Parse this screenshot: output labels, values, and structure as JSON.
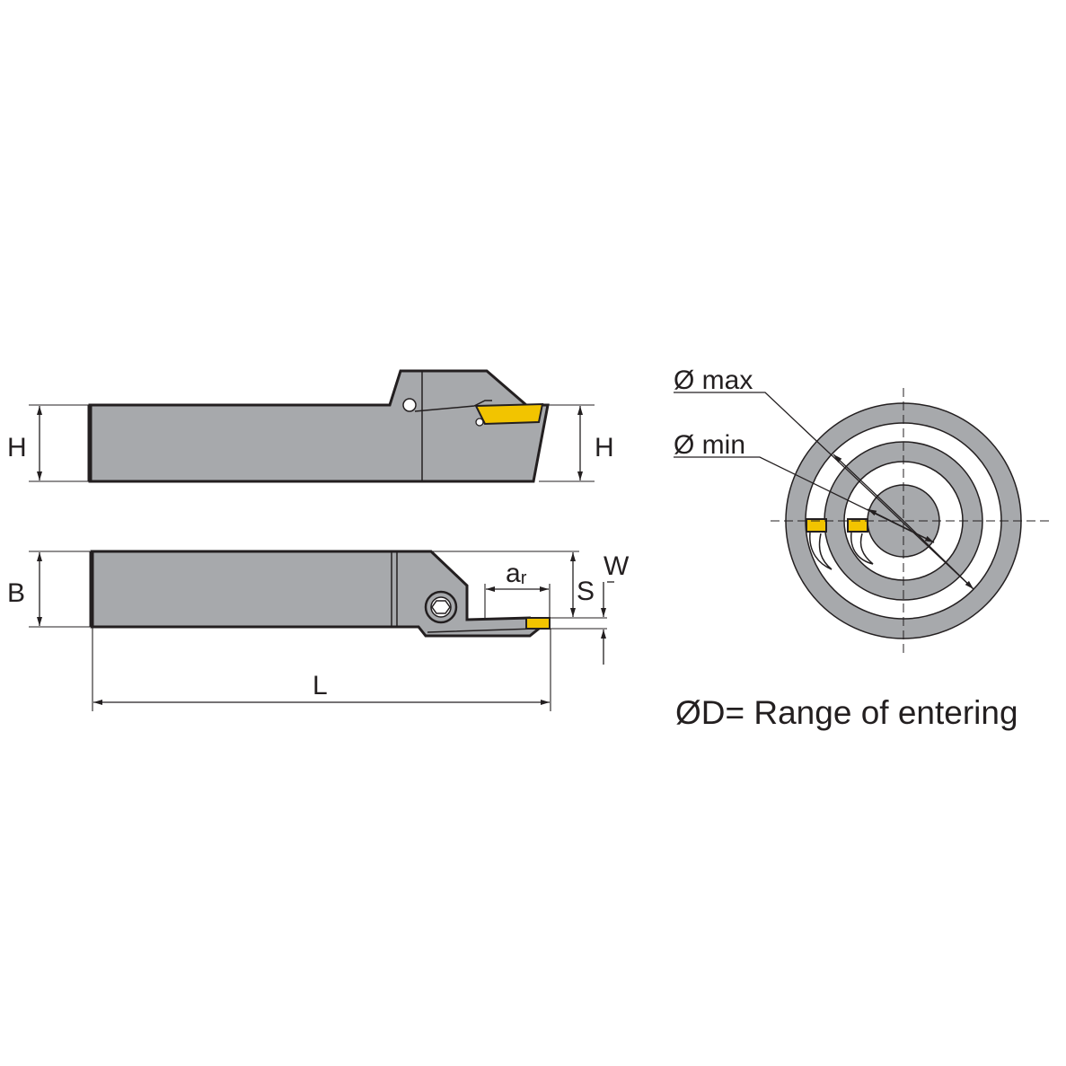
{
  "labels": {
    "H_left": "H",
    "H_right": "H",
    "B": "B",
    "L": "L",
    "ar_main": "a",
    "ar_sub": "r",
    "S": "S",
    "W": "W",
    "dia_max": "Ø max",
    "dia_min": "Ø min",
    "range_note": "ØD= Range of entering"
  },
  "colors": {
    "body_gray": "#a7a9ac",
    "insert_yellow": "#f2c400",
    "ink": "#231f20"
  }
}
